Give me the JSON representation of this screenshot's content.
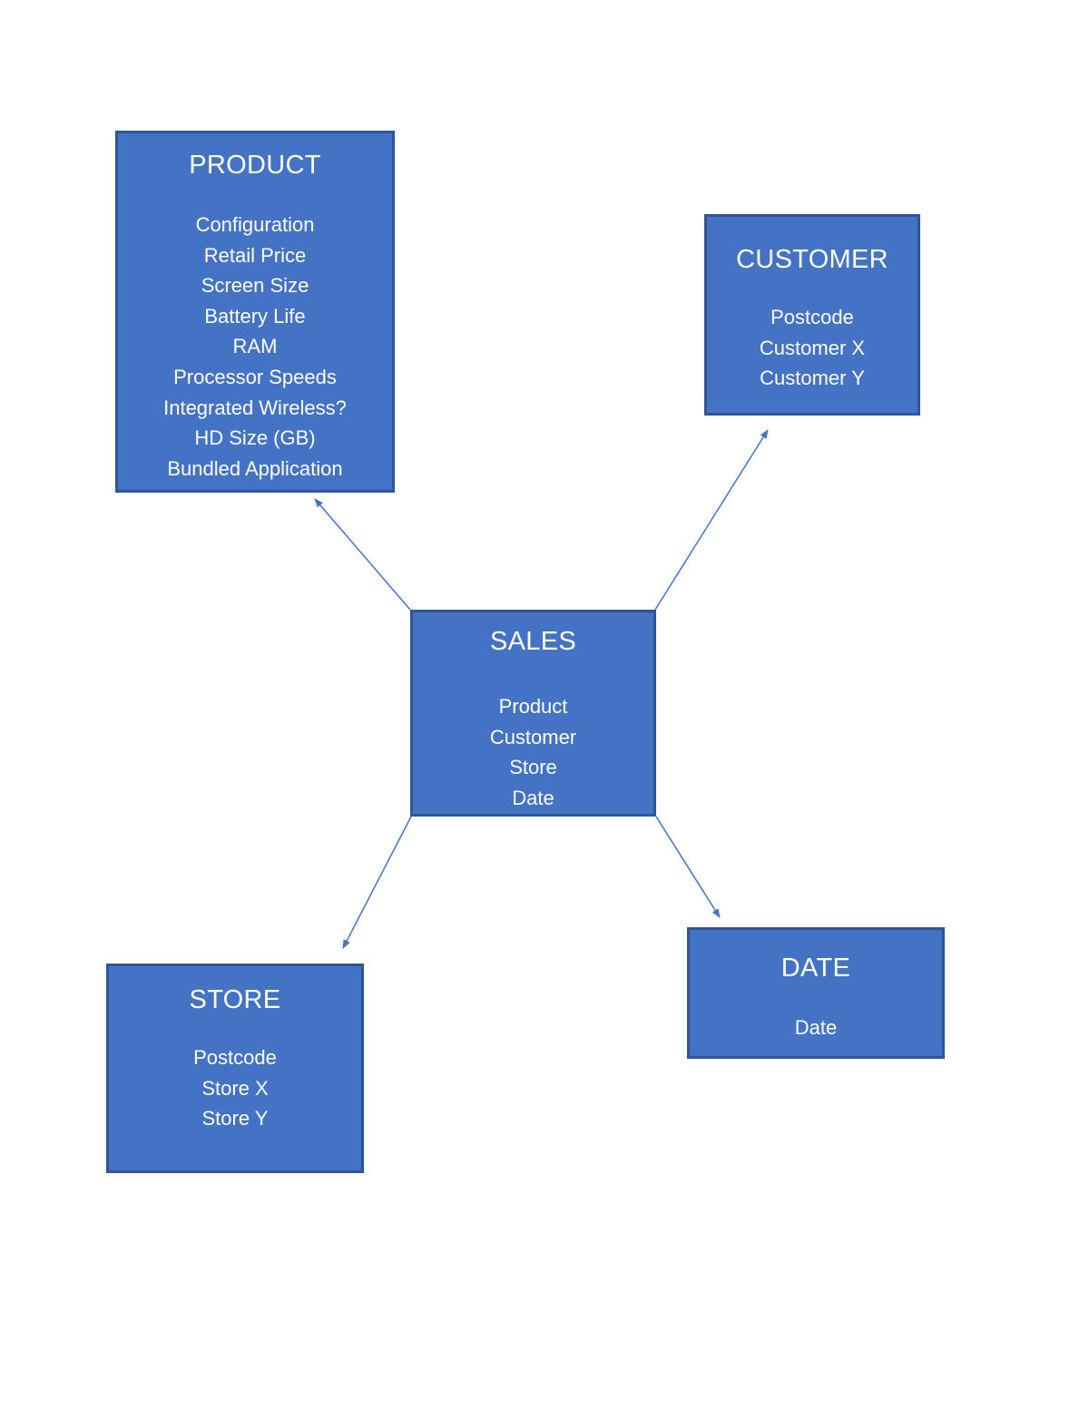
{
  "diagram": {
    "entities": [
      {
        "id": "product",
        "title": "PRODUCT",
        "items": [
          "Configuration",
          "Retail Price",
          "Screen Size",
          "Battery Life",
          "RAM",
          "Processor Speeds",
          "Integrated Wireless?",
          "HD Size (GB)",
          "Bundled Application"
        ]
      },
      {
        "id": "customer",
        "title": "CUSTOMER",
        "items": [
          "Postcode",
          "Customer X",
          "Customer Y"
        ]
      },
      {
        "id": "sales",
        "title": "SALES",
        "items": [
          "Product",
          "Customer",
          "Store",
          "Date"
        ]
      },
      {
        "id": "store",
        "title": "STORE",
        "items": [
          "Postcode",
          "Store X",
          "Store Y"
        ]
      },
      {
        "id": "date",
        "title": "DATE",
        "items": [
          "Date"
        ]
      }
    ],
    "connections": [
      {
        "from": "sales",
        "to": "product",
        "arrow": "end"
      },
      {
        "from": "sales",
        "to": "customer",
        "arrow": "end"
      },
      {
        "from": "sales",
        "to": "store",
        "arrow": "end"
      },
      {
        "from": "sales",
        "to": "date",
        "arrow": "end"
      }
    ],
    "colors": {
      "box_fill": "#4472c4",
      "box_border": "#2f5597",
      "text": "#ffffff",
      "connector": "#4472c4"
    }
  }
}
